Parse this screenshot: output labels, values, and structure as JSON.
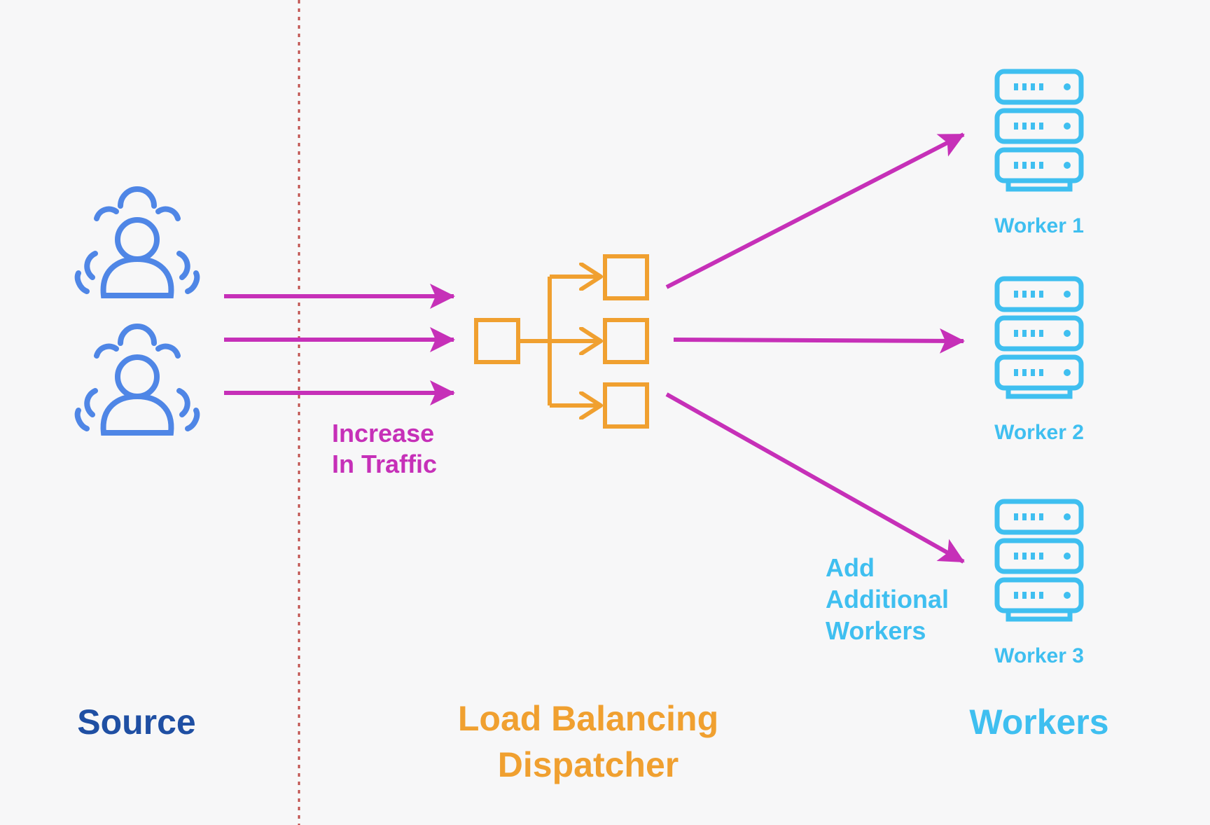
{
  "labels": {
    "traffic_line1": "Increase",
    "traffic_line2": "In Traffic",
    "add_line1": "Add",
    "add_line2": "Additional",
    "add_line3": "Workers",
    "worker1": "Worker 1",
    "worker2": "Worker 2",
    "worker3": "Worker 3",
    "source": "Source",
    "dispatcher_line1": "Load Balancing",
    "dispatcher_line2": "Dispatcher",
    "workers": "Workers"
  },
  "colors": {
    "background": "#f7f7f8",
    "source": "#4f86e6",
    "source_title": "#1f4fa3",
    "arrow": "#c630b8",
    "dispatcher": "#f0a030",
    "worker": "#3fbff0",
    "divider": "#c0504d"
  },
  "icons": {
    "source": "user-group-icon",
    "dispatcher": "load-balancer-icon",
    "worker": "server-rack-icon"
  }
}
